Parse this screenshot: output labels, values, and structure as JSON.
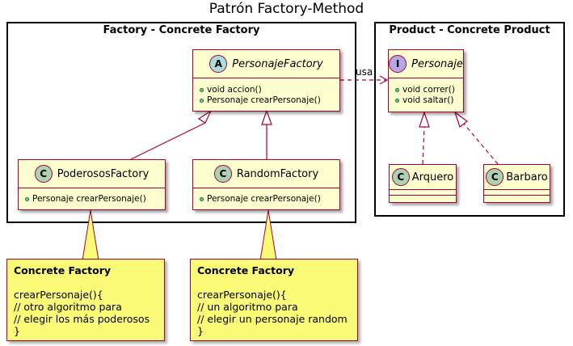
{
  "diagram_title": "Patrón Factory-Method",
  "packages": {
    "factory": {
      "title": "Factory - Concrete Factory"
    },
    "product": {
      "title": "Product - Concrete Product"
    }
  },
  "classes": {
    "personaje_factory": {
      "name": "PersonajeFactory",
      "stereotype_letter": "A",
      "methods": [
        "void accion()",
        "Personaje crearPersonaje()"
      ]
    },
    "poderosos_factory": {
      "name": "PoderososFactory",
      "stereotype_letter": "C",
      "methods": [
        "Personaje crearPersonaje()"
      ]
    },
    "random_factory": {
      "name": "RandomFactory",
      "stereotype_letter": "C",
      "methods": [
        "Personaje crearPersonaje()"
      ]
    },
    "personaje": {
      "name": "Personaje",
      "stereotype_letter": "I",
      "methods": [
        "void correr()",
        "void saltar()"
      ]
    },
    "arquero": {
      "name": "Arquero",
      "stereotype_letter": "C"
    },
    "barbaro": {
      "name": "Barbaro",
      "stereotype_letter": "C"
    }
  },
  "relations": {
    "uses_label": "usa"
  },
  "notes": {
    "poderosos": {
      "title": "Concrete Factory",
      "lines": [
        "crearPersonaje(){",
        "// otro algoritmo para",
        "// elegir los más poderosos",
        "}"
      ]
    },
    "random": {
      "title": "Concrete Factory",
      "lines": [
        "crearPersonaje(){",
        "// un algoritmo para",
        "// elegir un personaje random",
        "}"
      ]
    }
  },
  "colors": {
    "class_fill": "#FEFECE",
    "class_border": "#A80036",
    "note_fill": "#FBFB77",
    "badge_class": "#ADD1B2",
    "badge_abstract": "#A9DCDF",
    "badge_interface": "#B4A7E5"
  }
}
